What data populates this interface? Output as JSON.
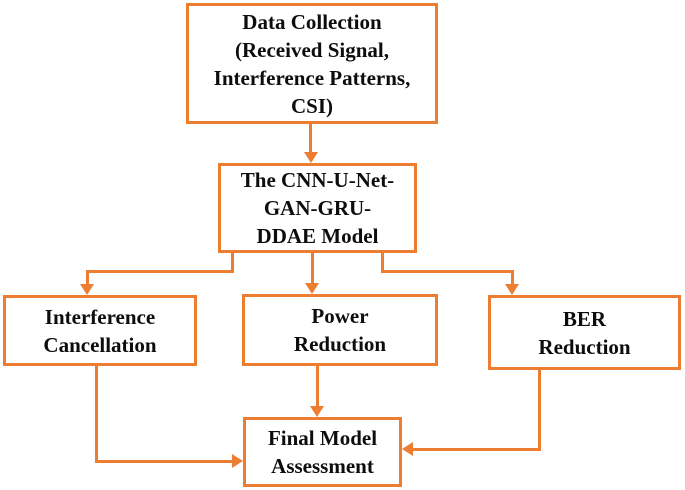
{
  "diagram": {
    "title": "Model workflow flowchart",
    "background_color": "#ffffff",
    "accent_color": "#ED7D31",
    "text_color": "#0d0d0d",
    "nodes": {
      "data_collection": {
        "label": "Data Collection\n(Received Signal,\nInterference Patterns,\nCSI)"
      },
      "model": {
        "label": "The CNN-U-Net-\nGAN-GRU-\nDDAE Model"
      },
      "interference_cancellation": {
        "label": "Interference\nCancellation"
      },
      "power_reduction": {
        "label": "Power\nReduction"
      },
      "ber_reduction": {
        "label": "BER\nReduction"
      },
      "final_assessment": {
        "label": "Final Model\nAssessment"
      }
    },
    "edges": [
      {
        "from": "data_collection",
        "to": "model"
      },
      {
        "from": "model",
        "to": "interference_cancellation"
      },
      {
        "from": "model",
        "to": "power_reduction"
      },
      {
        "from": "model",
        "to": "ber_reduction"
      },
      {
        "from": "interference_cancellation",
        "to": "final_assessment"
      },
      {
        "from": "power_reduction",
        "to": "final_assessment"
      },
      {
        "from": "ber_reduction",
        "to": "final_assessment"
      }
    ]
  }
}
